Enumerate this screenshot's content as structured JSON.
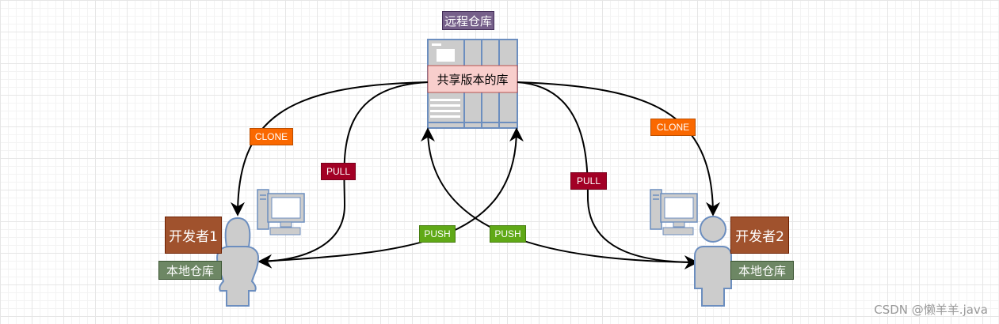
{
  "repo": {
    "title": "远程仓库",
    "label": "共享版本的库"
  },
  "developers": [
    {
      "name": "开发者1",
      "local": "本地仓库"
    },
    {
      "name": "开发者2",
      "local": "本地仓库"
    }
  ],
  "edges": {
    "clone_left": "CLONE",
    "clone_right": "CLONE",
    "pull_left": "PULL",
    "pull_right": "PULL",
    "push_left": "PUSH",
    "push_right": "PUSH"
  },
  "watermark": "CSDN @懒羊羊.java",
  "colors": {
    "clone": "#fa6800",
    "pull": "#a20025",
    "push": "#60a917",
    "title": "#76608a",
    "developer": "#a0522d",
    "local": "#6d8764",
    "repo_label_fill": "#f8cecc",
    "repo_label_stroke": "#b85450",
    "icon_fill": "#cccccc",
    "icon_stroke": "#6c8ebf"
  }
}
